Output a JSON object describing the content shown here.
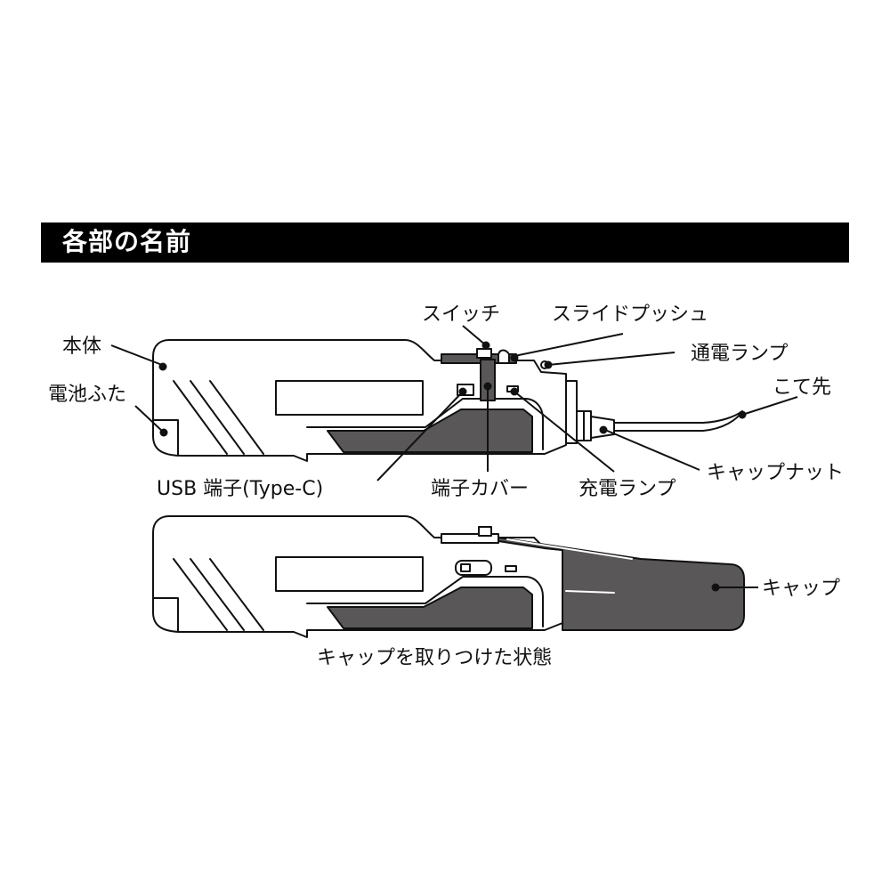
{
  "header": {
    "title": "各部の名前"
  },
  "labels": {
    "switch": "スイッチ",
    "slide_push": "スライドプッシュ",
    "power_lamp": "通電ランプ",
    "body": "本体",
    "battery_cover": "電池ふた",
    "tip": "こて先",
    "cap_nut": "キャップナット",
    "usb_port": "USB 端子(Type-C)",
    "port_cover": "端子カバー",
    "charge_lamp": "充電ランプ",
    "cap": "キャップ"
  },
  "caption": "キャップを取りつけた状態",
  "colors": {
    "header_bg": "#000000",
    "dark_fill": "#595758",
    "outline": "#111111"
  }
}
